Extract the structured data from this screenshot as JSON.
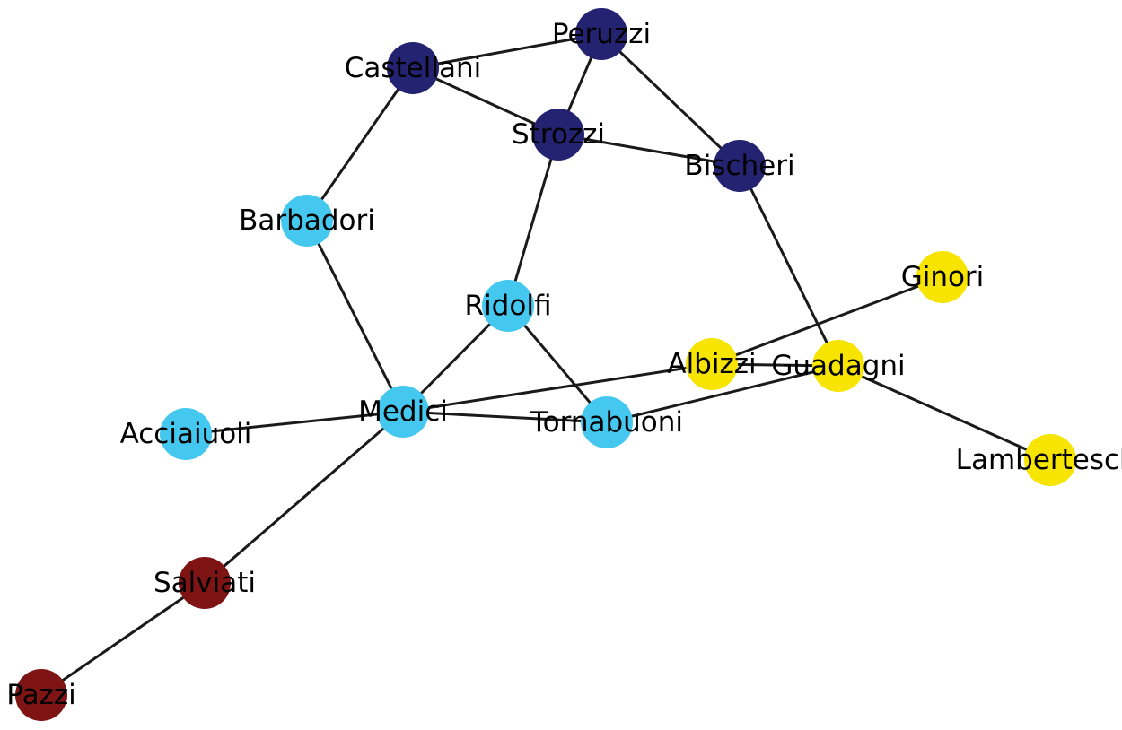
{
  "colors": {
    "dark_blue": "#232372",
    "light_blue": "#45c8ef",
    "yellow": "#f7e400",
    "dark_red": "#7f1414",
    "edge": "#1a1a1a"
  },
  "nodes": [
    {
      "id": "Peruzzi",
      "label": "Peruzzi",
      "group": "dark_blue"
    },
    {
      "id": "Castellani",
      "label": "Castellani",
      "group": "dark_blue"
    },
    {
      "id": "Strozzi",
      "label": "Strozzi",
      "group": "dark_blue"
    },
    {
      "id": "Bischeri",
      "label": "Bischeri",
      "group": "dark_blue"
    },
    {
      "id": "Barbadori",
      "label": "Barbadori",
      "group": "light_blue"
    },
    {
      "id": "Ridolfi",
      "label": "Ridolfi",
      "group": "light_blue"
    },
    {
      "id": "Medici",
      "label": "Medici",
      "group": "light_blue"
    },
    {
      "id": "Acciaiuoli",
      "label": "Acciaiuoli",
      "group": "light_blue"
    },
    {
      "id": "Tornabuoni",
      "label": "Tornabuoni",
      "group": "light_blue"
    },
    {
      "id": "Ginori",
      "label": "Ginori",
      "group": "yellow"
    },
    {
      "id": "Albizzi",
      "label": "Albizzi",
      "group": "yellow"
    },
    {
      "id": "Guadagni",
      "label": "Guadagni",
      "group": "yellow"
    },
    {
      "id": "Lamberteschi",
      "label": "Lamberteschi",
      "group": "yellow"
    },
    {
      "id": "Salviati",
      "label": "Salviati",
      "group": "dark_red"
    },
    {
      "id": "Pazzi",
      "label": "Pazzi",
      "group": "dark_red"
    }
  ],
  "edges": [
    [
      "Castellani",
      "Peruzzi"
    ],
    [
      "Castellani",
      "Strozzi"
    ],
    [
      "Castellani",
      "Barbadori"
    ],
    [
      "Peruzzi",
      "Strozzi"
    ],
    [
      "Peruzzi",
      "Bischeri"
    ],
    [
      "Strozzi",
      "Bischeri"
    ],
    [
      "Strozzi",
      "Ridolfi"
    ],
    [
      "Bischeri",
      "Guadagni"
    ],
    [
      "Barbadori",
      "Medici"
    ],
    [
      "Ridolfi",
      "Medici"
    ],
    [
      "Ridolfi",
      "Tornabuoni"
    ],
    [
      "Medici",
      "Acciaiuoli"
    ],
    [
      "Medici",
      "Tornabuoni"
    ],
    [
      "Medici",
      "Albizzi"
    ],
    [
      "Medici",
      "Salviati"
    ],
    [
      "Albizzi",
      "Ginori"
    ],
    [
      "Albizzi",
      "Guadagni"
    ],
    [
      "Tornabuoni",
      "Guadagni"
    ],
    [
      "Guadagni",
      "Lamberteschi"
    ],
    [
      "Salviati",
      "Pazzi"
    ]
  ]
}
